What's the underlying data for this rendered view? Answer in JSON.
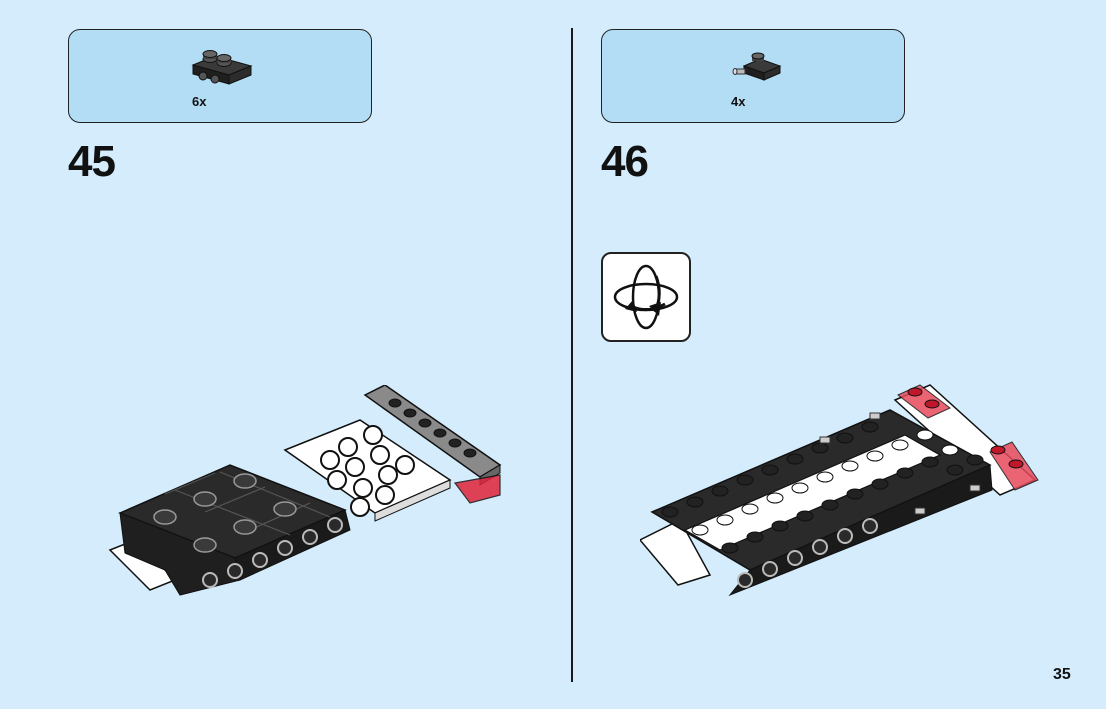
{
  "steps": [
    {
      "number": "45",
      "parts_quantity": "6x"
    },
    {
      "number": "46",
      "parts_quantity": "4x"
    }
  ],
  "page_number": "35",
  "icons": {
    "rotate": "rotate-model-icon"
  },
  "colors": {
    "background": "#d4ecfb",
    "parts_box": "#b3dcf5",
    "brick_black": "#2a2a2a",
    "brick_red": "#d0212e",
    "brick_white": "#ffffff"
  }
}
